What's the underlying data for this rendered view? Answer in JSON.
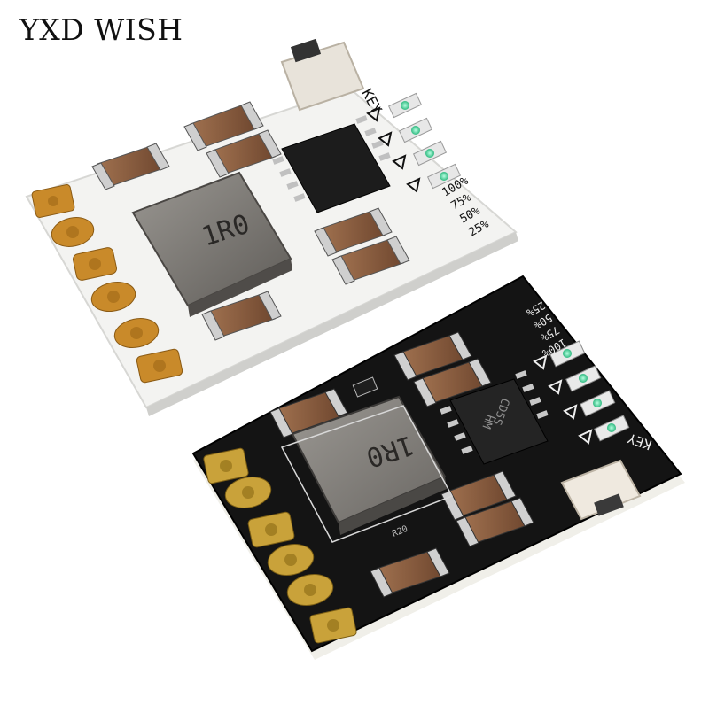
{
  "watermark": "YXD WISH",
  "boards": {
    "white": {
      "inductor_label": "1R0",
      "key_label": "KEY",
      "capacity_labels": [
        "100%",
        "75%",
        "50%",
        "25%"
      ],
      "board_color": "#f4f4f2",
      "pad_color": "#c98a2a"
    },
    "black": {
      "inductor_label": "1R0",
      "chip_label_top": "HM",
      "chip_label_bottom": "CD5S",
      "key_label": "KEY",
      "capacity_labels": [
        "25%",
        "50%",
        "75%",
        "100%"
      ],
      "resistor_label": "R20",
      "board_color": "#141414",
      "pad_color": "#c9a23a"
    }
  },
  "colors": {
    "capacitor": "#8a5a3c",
    "inductor": "#7c7975",
    "led": "#2fd38a",
    "chip": "#1c1c1c"
  }
}
